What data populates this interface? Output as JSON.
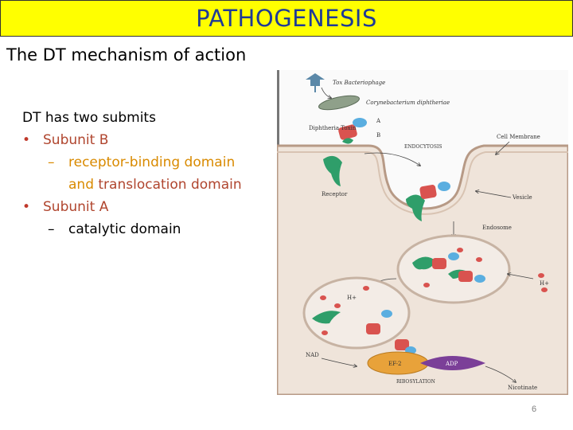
{
  "slide": {
    "title": "PATHOGENESIS",
    "subtitle": "The DT mechanism of action",
    "page_number": "6"
  },
  "bullets": {
    "heading": "DT has two submits",
    "b1_bullet": "•",
    "b1": "Subunit B",
    "b1_dash": "–",
    "b1_sub_part1": "receptor-binding domain",
    "b1_sub_part2a": "and ",
    "b1_sub_part2b": "translocation domain",
    "b2_bullet": "•",
    "b2": "Subunit A",
    "b2_dash": "–",
    "b2_sub": "catalytic domain"
  },
  "figure": {
    "labels": {
      "tox_bacteriophage": "Tox Bacteriophage",
      "corynebacterium": "Corynebacterium diphtheriae",
      "diphtheria_toxin": "Diphtheria Toxin",
      "a": "A",
      "b": "B",
      "endocytosis": "ENDOCYTOSIS",
      "cell_membrane": "Cell Membrane",
      "receptor": "Receptor",
      "vesicle": "Vesicle",
      "endosome": "Endosome",
      "h_plus": "H+",
      "nad": "NAD",
      "ef2": "EF-2",
      "adp": "ADP",
      "ribosylation": "RIBOSYLATION",
      "nicotinate": "Nicotinate"
    },
    "colors": {
      "toxin_red": "#d9534f",
      "toxin_blue": "#5aaee0",
      "receptor_green": "#2f9e6a",
      "ef2_orange": "#e8a23a",
      "adp_purple": "#7b3f98",
      "membrane": "#e9d9cc",
      "membrane_edge": "#b79a86"
    }
  }
}
